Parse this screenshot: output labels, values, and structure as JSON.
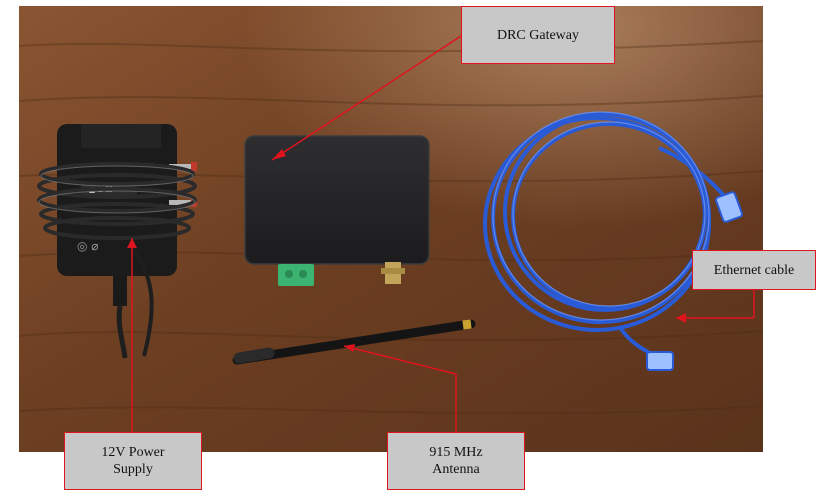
{
  "callouts": {
    "gateway": "DRC Gateway",
    "ethernet": "Ethernet cable",
    "power_supply": "12V Power\nSupply",
    "antenna": "915 MHz\nAntenna"
  },
  "colors": {
    "callout_fill": "#c8c8c8",
    "callout_border": "#e0141e",
    "leader_line": "#e0141e",
    "table_wood": "#7a4a2a",
    "cable_blue": "#2a5bd7",
    "connector_green": "#3cb371"
  }
}
